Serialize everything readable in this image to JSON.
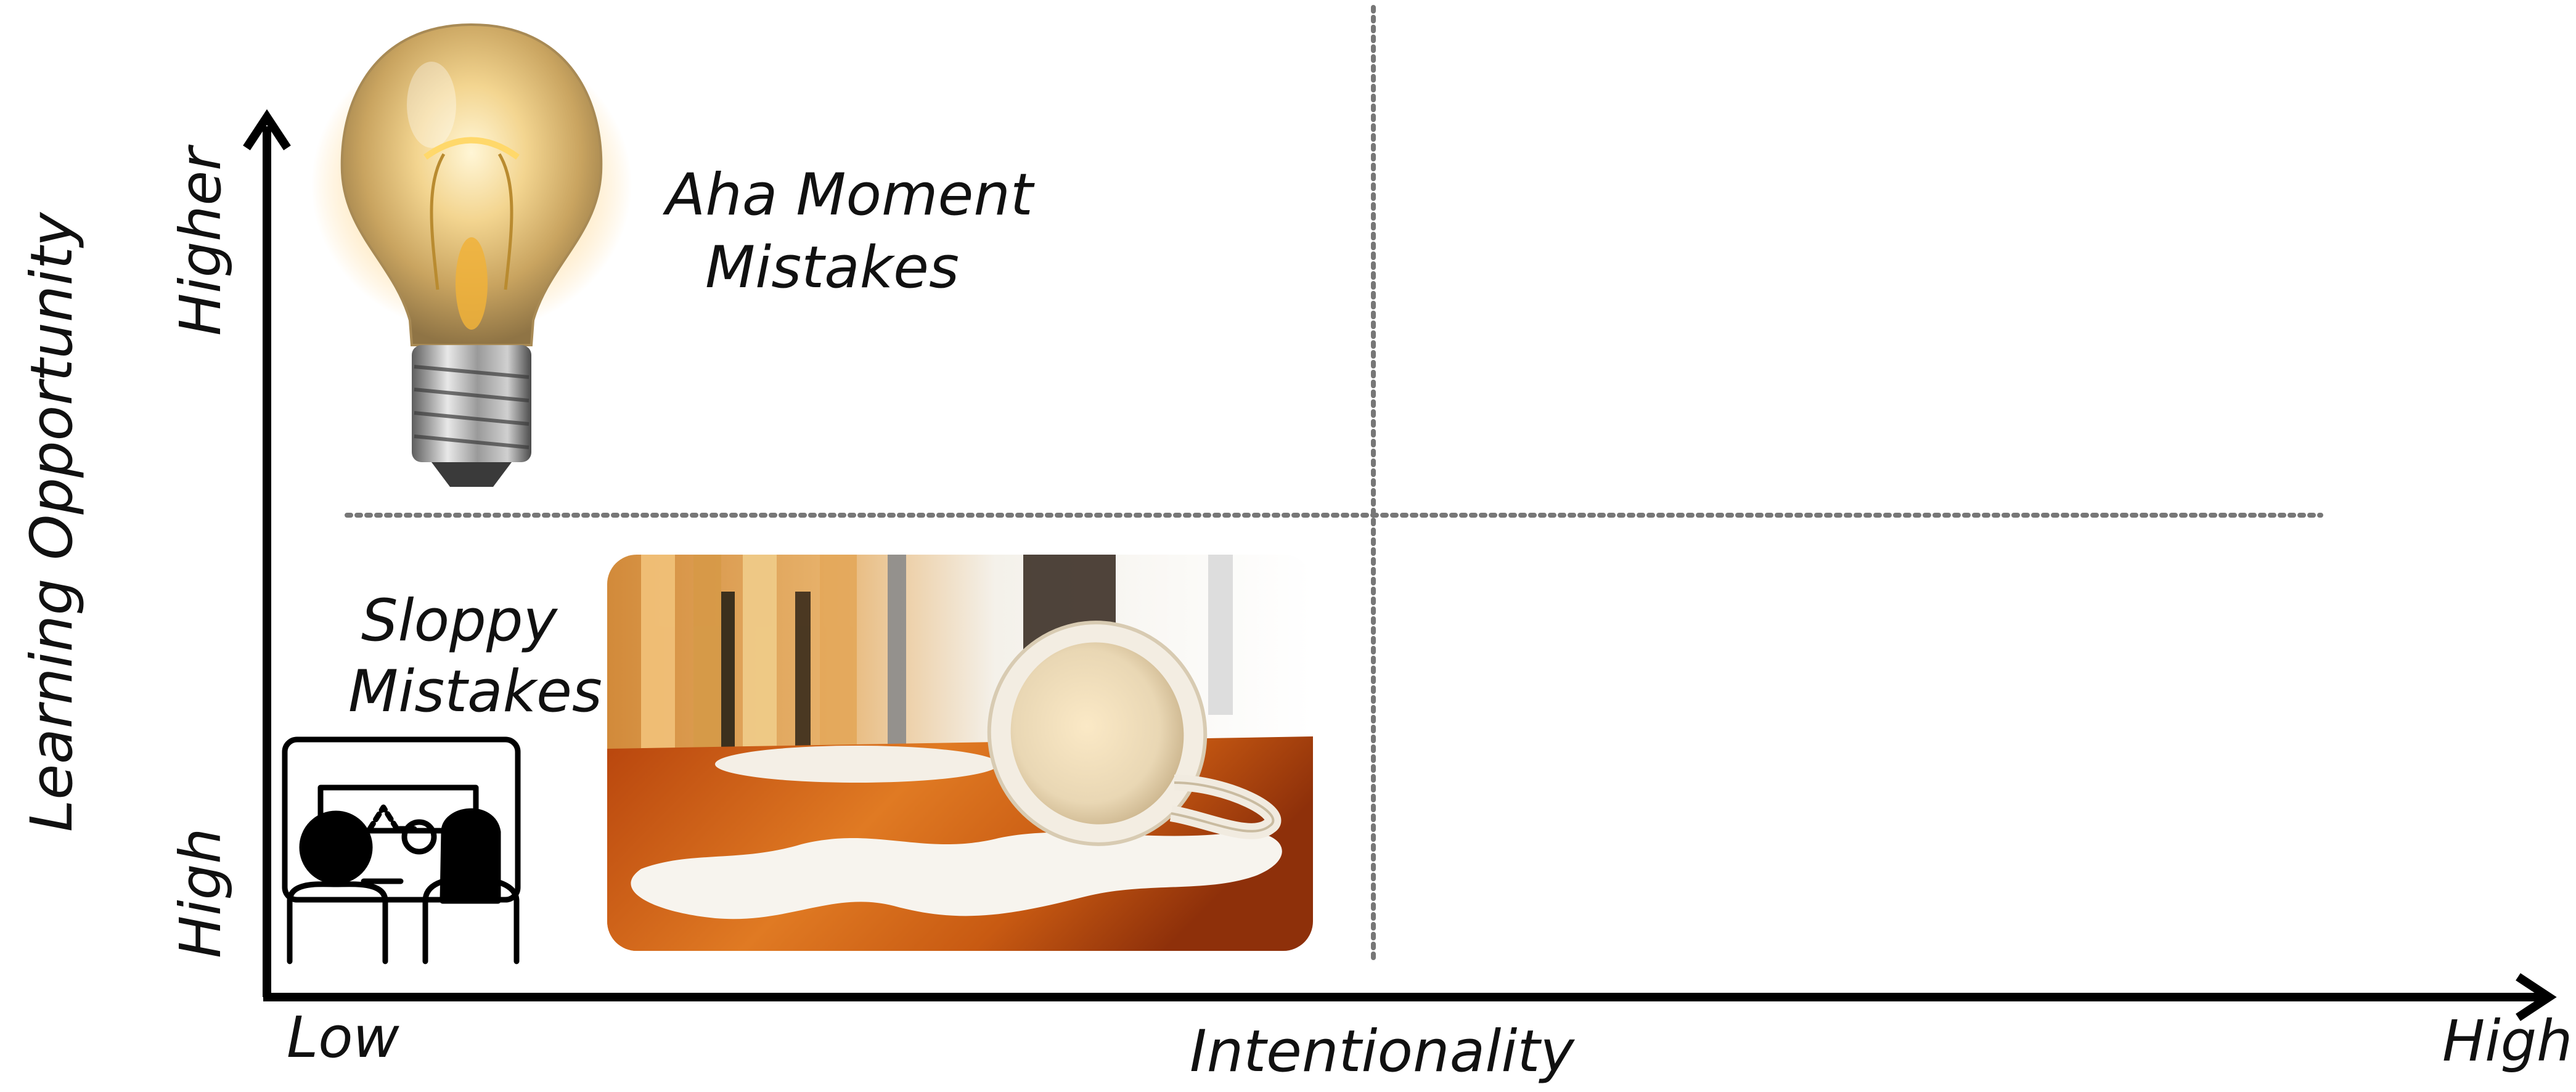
{
  "axes": {
    "x_label": "Intentionality",
    "y_label": "Learning Opportunity",
    "x_low": "Low",
    "x_high": "High",
    "y_high_bottom": "High",
    "y_higher_top": "Higher"
  },
  "quadrants": {
    "upper_left": {
      "line1": "Aha Moment",
      "line2": "Mistakes"
    },
    "lower_left": {
      "line1": "Sloppy",
      "line2": "Mistakes"
    }
  },
  "images": [
    {
      "name": "lightbulb",
      "description": "lit incandescent light bulb"
    },
    {
      "name": "spilled-cup",
      "description": "tipped-over cup with spilled milk on a table"
    },
    {
      "name": "workers-icon",
      "description": "two people at a whiteboard pictogram"
    }
  ],
  "colors": {
    "axis": "#000000",
    "divider": "#777777",
    "text": "#111111"
  }
}
